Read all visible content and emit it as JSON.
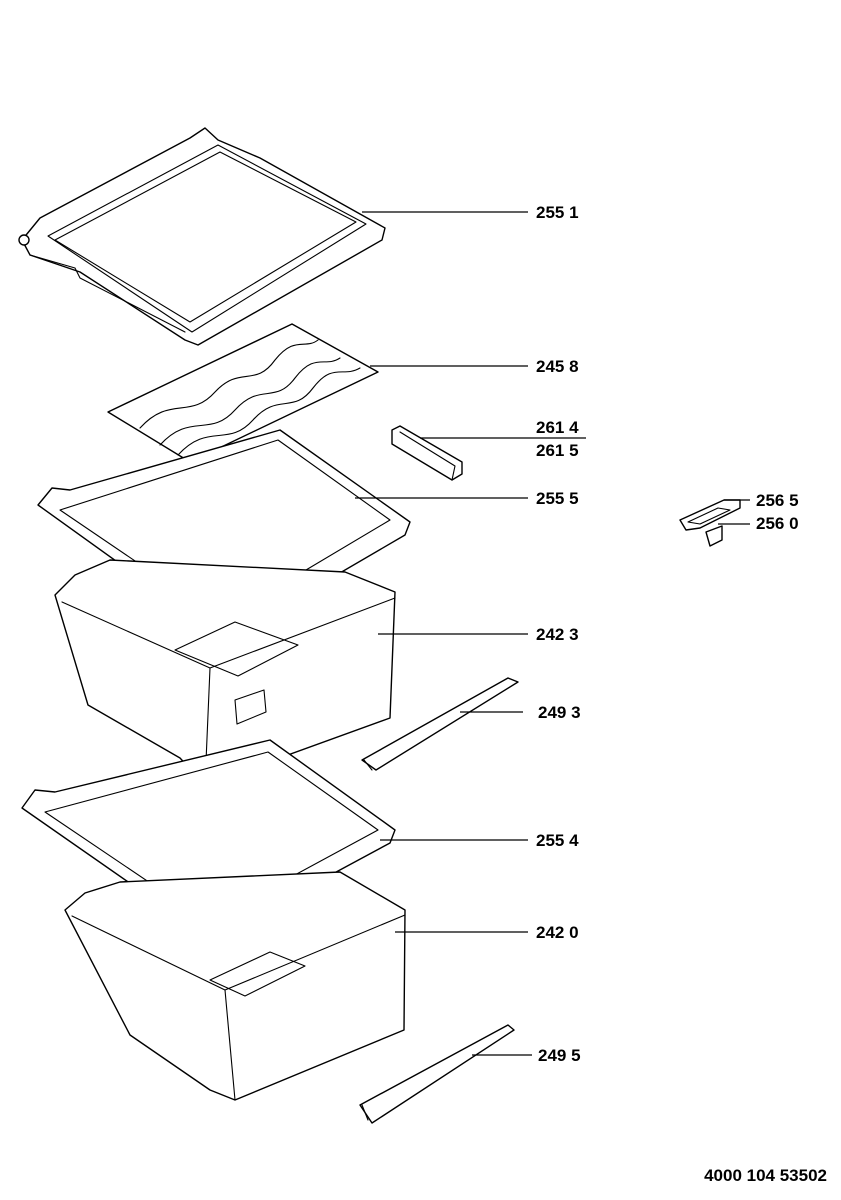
{
  "callouts": {
    "c2551": "255 1",
    "c2458": "245 8",
    "c2614": "261 4",
    "c2615": "261 5",
    "c2555": "255 5",
    "c2565": "256 5",
    "c2560": "256 0",
    "c2423": "242 3",
    "c2493": "249 3",
    "c2554": "255 4",
    "c2420": "242 0",
    "c2495": "249 5"
  },
  "document_number": "4000 104 53502",
  "colors": {
    "line": "#000000",
    "background": "#ffffff"
  }
}
